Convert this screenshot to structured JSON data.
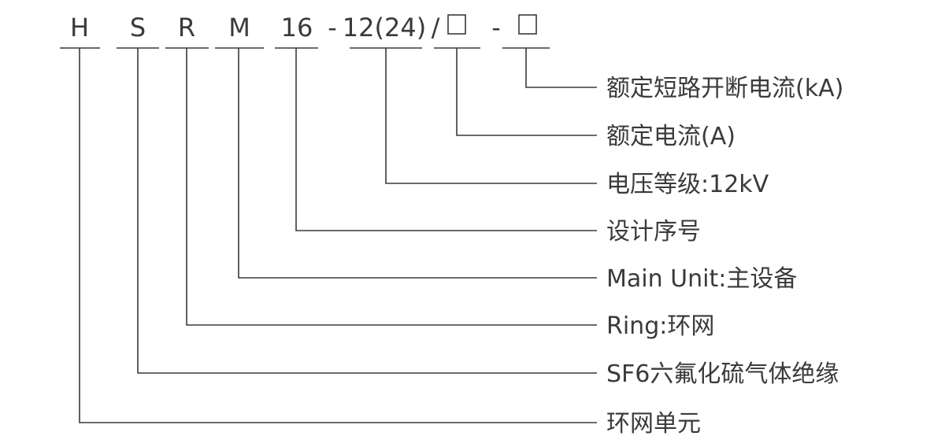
{
  "code": {
    "segments": [
      "H",
      "S",
      "R",
      "M",
      "16",
      "12(24)",
      "□",
      "□"
    ],
    "separators": [
      "-",
      "/",
      "-"
    ]
  },
  "descriptions": [
    "额定短路开断电流(kA)",
    "额定电流(A)",
    "电压等级:12kV",
    "设计序号",
    "Main Unit:主设备",
    "Ring:环网",
    "SF6六氟化硫气体绝缘",
    "环网单元"
  ],
  "colors": {
    "ink": "#3a3a3a",
    "background": "#ffffff"
  }
}
